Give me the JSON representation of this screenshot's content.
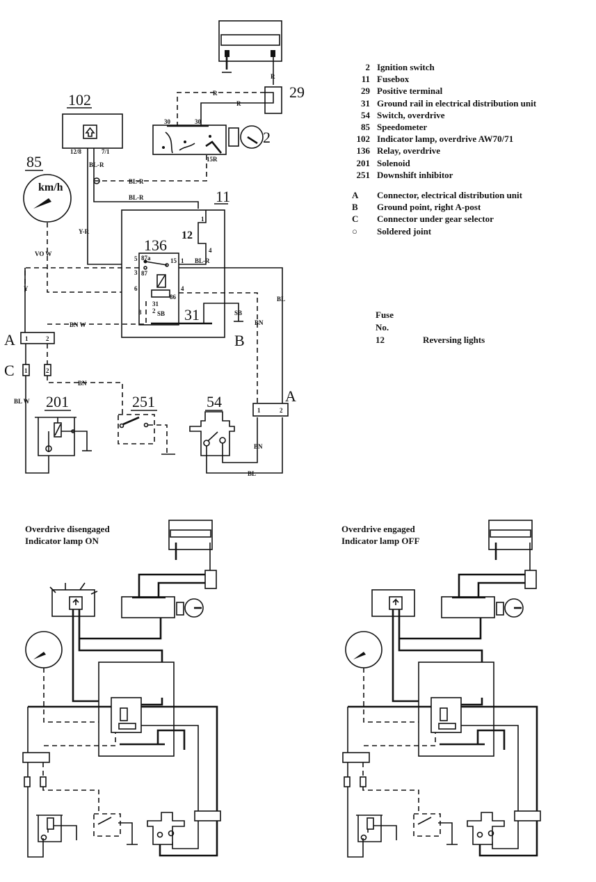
{
  "legend": {
    "components": [
      {
        "id": "2",
        "label": "Ignition switch"
      },
      {
        "id": "11",
        "label": "Fusebox"
      },
      {
        "id": "29",
        "label": "Positive terminal"
      },
      {
        "id": "31",
        "label": "Ground rail in electrical distribution unit"
      },
      {
        "id": "54",
        "label": "Switch, overdrive"
      },
      {
        "id": "85",
        "label": "Speedometer"
      },
      {
        "id": "102",
        "label": "Indicator lamp, overdrive AW70/71"
      },
      {
        "id": "136",
        "label": "Relay, overdrive"
      },
      {
        "id": "201",
        "label": "Solenoid"
      },
      {
        "id": "251",
        "label": "Downshift inhibitor"
      }
    ],
    "points": [
      {
        "id": "A",
        "label": "Connector, electrical distribution unit"
      },
      {
        "id": "B",
        "label": "Ground point, right A-post"
      },
      {
        "id": "C",
        "label": "Connector under gear selector"
      },
      {
        "id": "○",
        "label": "Soldered joint"
      }
    ]
  },
  "fuse_table": {
    "header_line1": "Fuse",
    "header_line2": "No.",
    "rows": [
      {
        "no": "12",
        "circuit": "Reversing lights"
      }
    ]
  },
  "diagram": {
    "component_numbers": {
      "c102": "102",
      "c29": "29",
      "c2": "2",
      "c85": "85",
      "c11": "11",
      "c136": "136",
      "c12": "12",
      "c31": "31",
      "c201": "201",
      "c251": "251",
      "c54": "54"
    },
    "point_labels": {
      "A": "A",
      "B": "B",
      "C": "C"
    },
    "speedo_unit": "km/h",
    "wire_colors": {
      "r1": "R",
      "r2": "R",
      "r3": "R",
      "blr1": "BL-R",
      "blr2": "BL-R",
      "blr3": "BL-R",
      "blr4": "BL-R",
      "yr": "Y-R",
      "yow": "VO W",
      "y": "Y",
      "bnw": "BN W",
      "sb": "SB",
      "bn1": "BN",
      "bl1": "BL",
      "bn2": "BN",
      "bn3": "BN",
      "bl2": "BL",
      "blw": "BL W"
    },
    "pin_labels": {
      "p30a": "30",
      "p30b": "30",
      "p15r": "15R",
      "p128": "12/8",
      "p71": "7/1",
      "f1": "1",
      "f4": "4",
      "r5": "5",
      "r87a": "87a",
      "r3": "3",
      "r87": "87",
      "r6": "6",
      "r8": "8",
      "r2": "2",
      "r31": "31",
      "rsb": "SB",
      "r15": "15",
      "r1": "1",
      "r4": "4",
      "r86": "86",
      "a1": "1",
      "a2": "2",
      "c1": "1",
      "c2": "2",
      "a2_1": "1",
      "a2_2": "2"
    }
  },
  "states": {
    "left": {
      "line1": "Overdrive disengaged",
      "line2": "Indicator lamp ON"
    },
    "right": {
      "line1": "Overdrive engaged",
      "line2": "Indicator lamp OFF"
    }
  }
}
